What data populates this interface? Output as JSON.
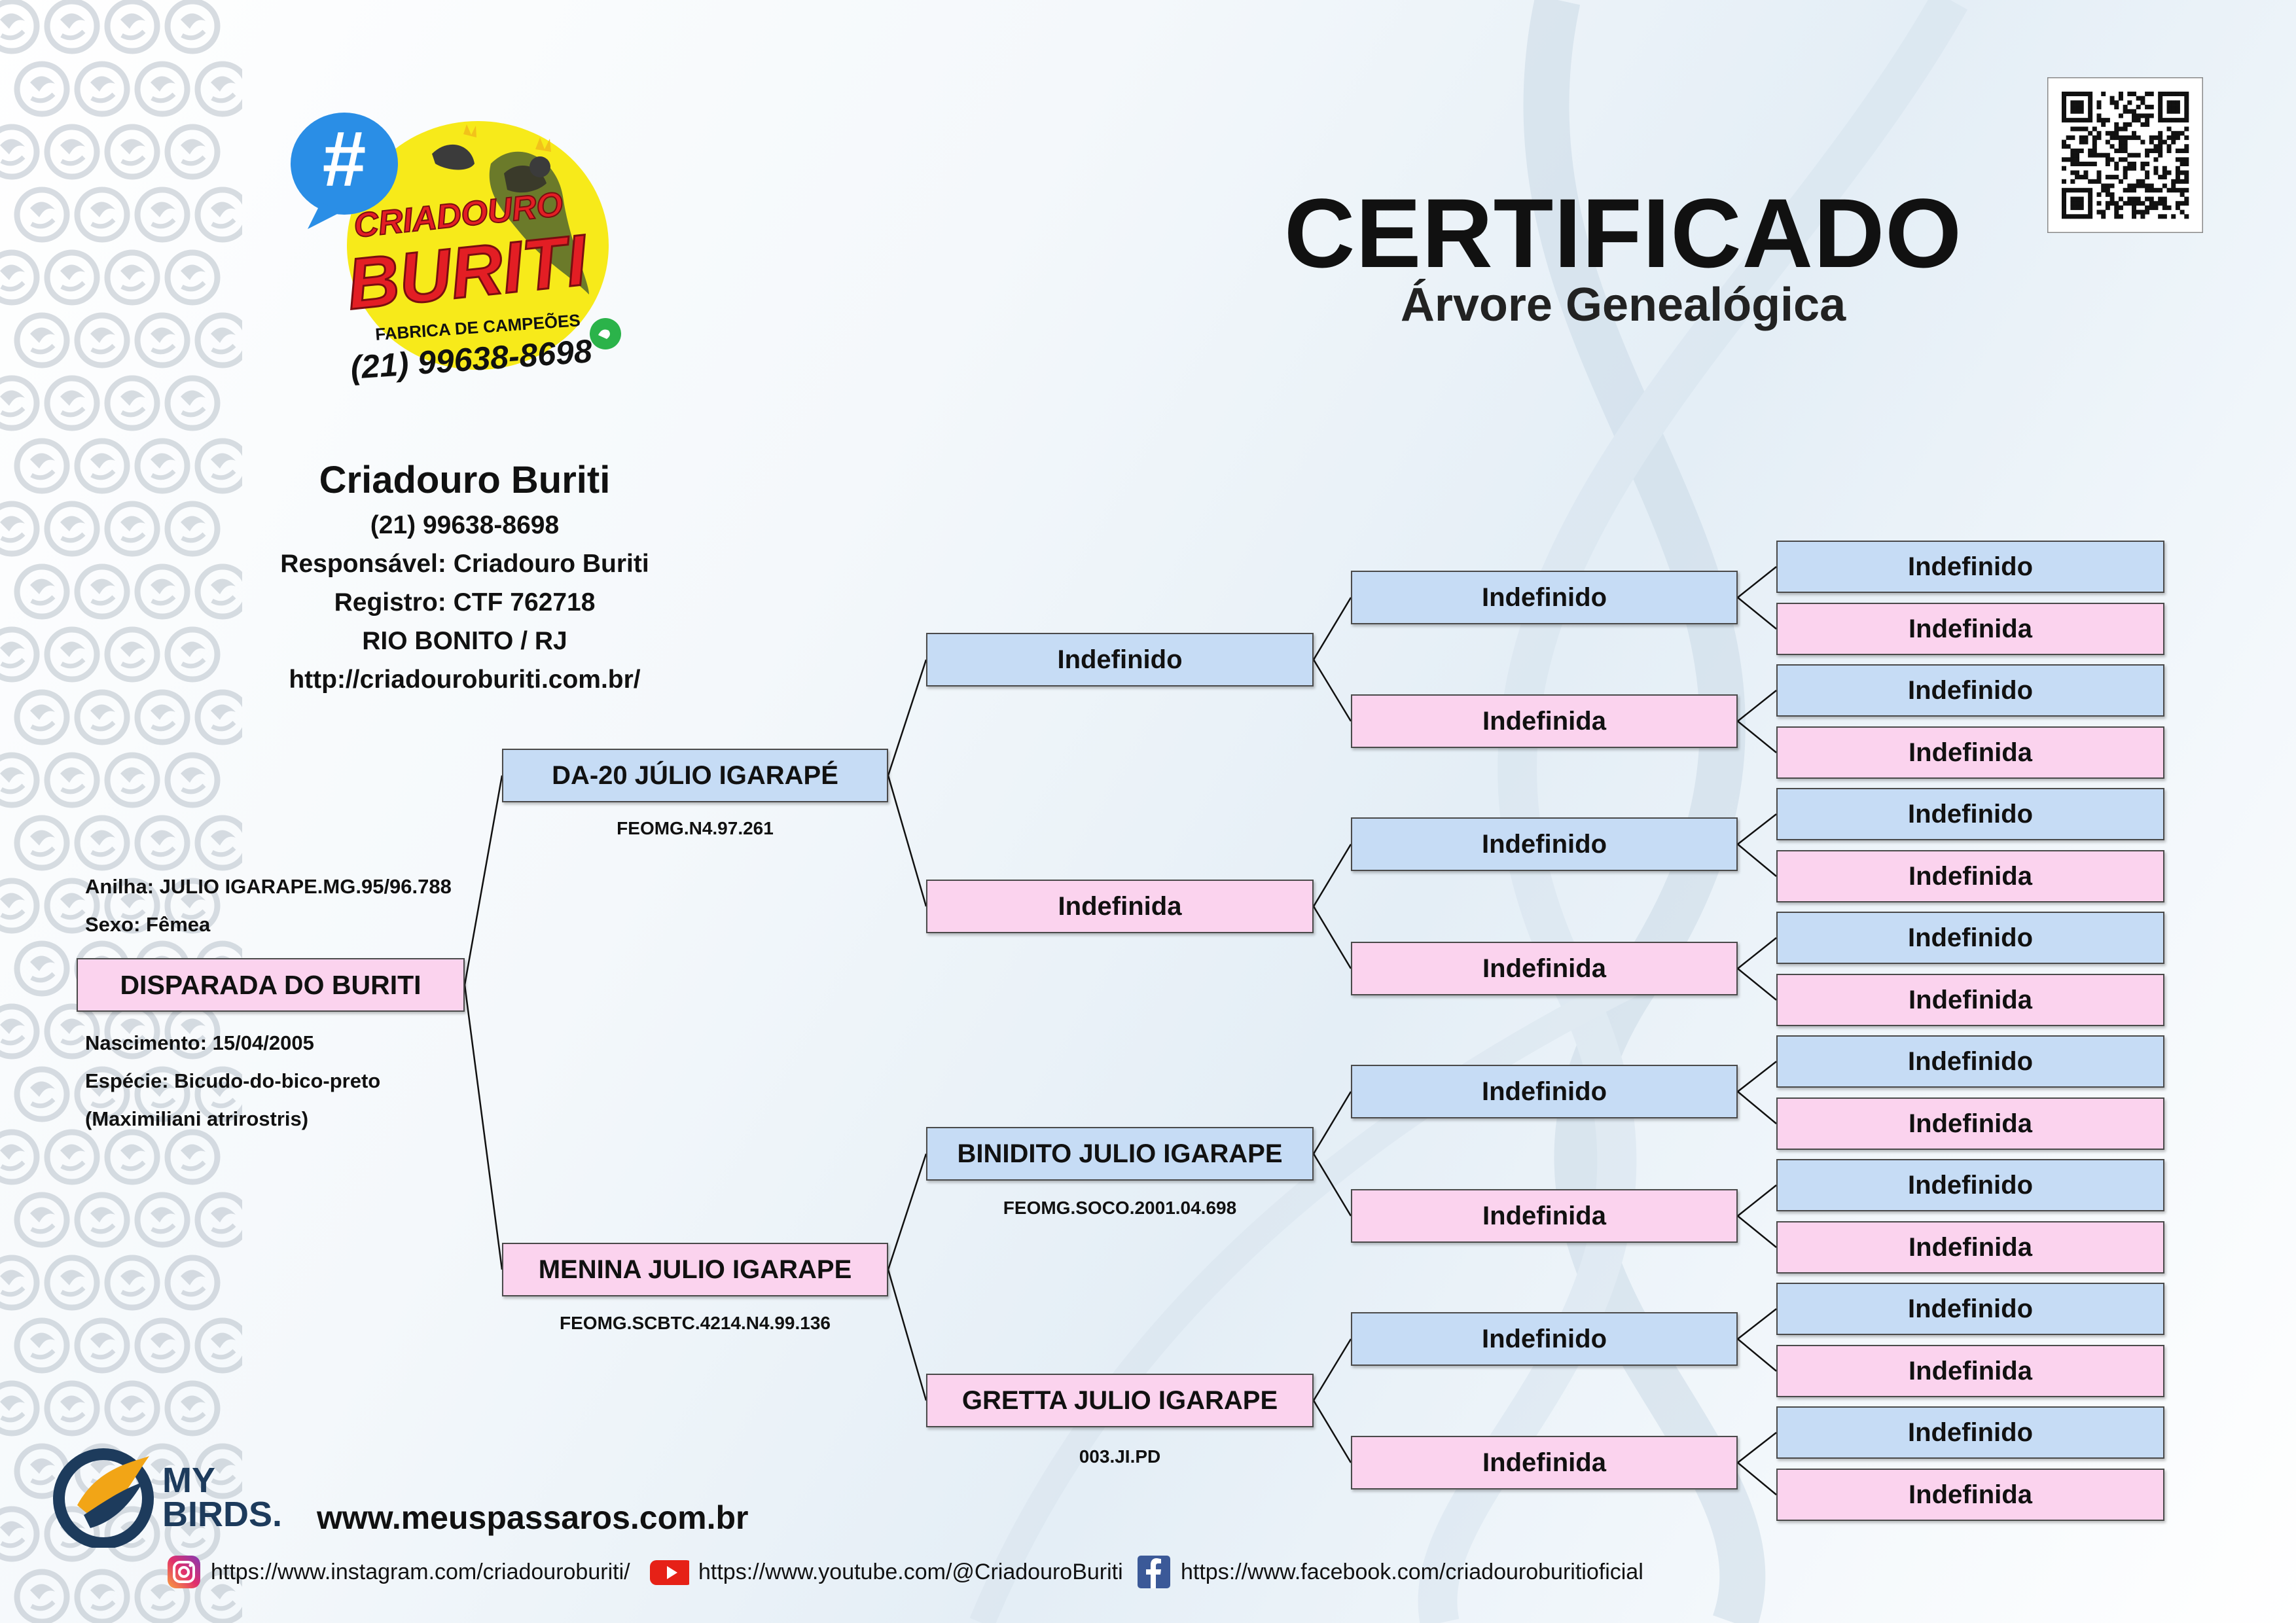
{
  "header": {
    "title": "CERTIFICADO",
    "subtitle": "Árvore Genealógica"
  },
  "logo": {
    "line1": "CRIADOURO",
    "line2": "BURITI",
    "tagline": "FABRICA DE CAMPEÕES",
    "phone": "(21) 99638-8698",
    "hash": "#"
  },
  "breeder": {
    "name": "Criadouro Buriti",
    "phone": "(21) 99638-8698",
    "responsible": "Responsável: Criadouro Buriti",
    "registry": "Registro: CTF 762718",
    "location": "RIO BONITO / RJ",
    "website": "http://criadouroburiti.com.br/"
  },
  "subject": {
    "ring": "Anilha: JULIO IGARAPE.MG.95/96.788",
    "sex": "Sexo: Fêmea",
    "name": "DISPARADA DO BURITI",
    "birth": "Nascimento: 15/04/2005",
    "species": "Espécie: Bicudo-do-bico-preto",
    "species_sci": "(Maximiliani atrirostris)"
  },
  "parents": {
    "father": {
      "name": "DA-20 JÚLIO IGARAPÉ",
      "ring": "FEOMG.N4.97.261"
    },
    "mother": {
      "name": "MENINA JULIO IGARAPE",
      "ring": "FEOMG.SCBTC.4214.N4.99.136"
    }
  },
  "grandparents": [
    {
      "name": "Indefinido",
      "ring": ""
    },
    {
      "name": "Indefinida",
      "ring": ""
    },
    {
      "name": "BINIDITO JULIO IGARAPE",
      "ring": "FEOMG.SOCO.2001.04.698"
    },
    {
      "name": "GRETTA JULIO IGARAPE",
      "ring": "003.JI.PD"
    }
  ],
  "great_grandparents": [
    "Indefinido",
    "Indefinida",
    "Indefinido",
    "Indefinida",
    "Indefinido",
    "Indefinida",
    "Indefinido",
    "Indefinida"
  ],
  "great_great_grandparents": [
    "Indefinido",
    "Indefinida",
    "Indefinido",
    "Indefinida",
    "Indefinido",
    "Indefinida",
    "Indefinido",
    "Indefinida",
    "Indefinido",
    "Indefinida",
    "Indefinido",
    "Indefinida",
    "Indefinido",
    "Indefinida",
    "Indefinido",
    "Indefinida"
  ],
  "footer": {
    "brand_line1": "MY",
    "brand_line2": "BIRDS.",
    "website": "www.meuspassaros.com.br",
    "instagram": "https://www.instagram.com/criadouroburiti/",
    "youtube": "https://www.youtube.com/@CriadouroBuriti",
    "facebook": "https://www.facebook.com/criadouroburitioficial"
  },
  "colors": {
    "male_box": "#c6dcf5",
    "female_box": "#fbd3ee",
    "logo_yellow": "#f7ea1a",
    "logo_red": "#e31e24",
    "brand_navy": "#1d3b5c",
    "brand_gold": "#f2a516"
  }
}
